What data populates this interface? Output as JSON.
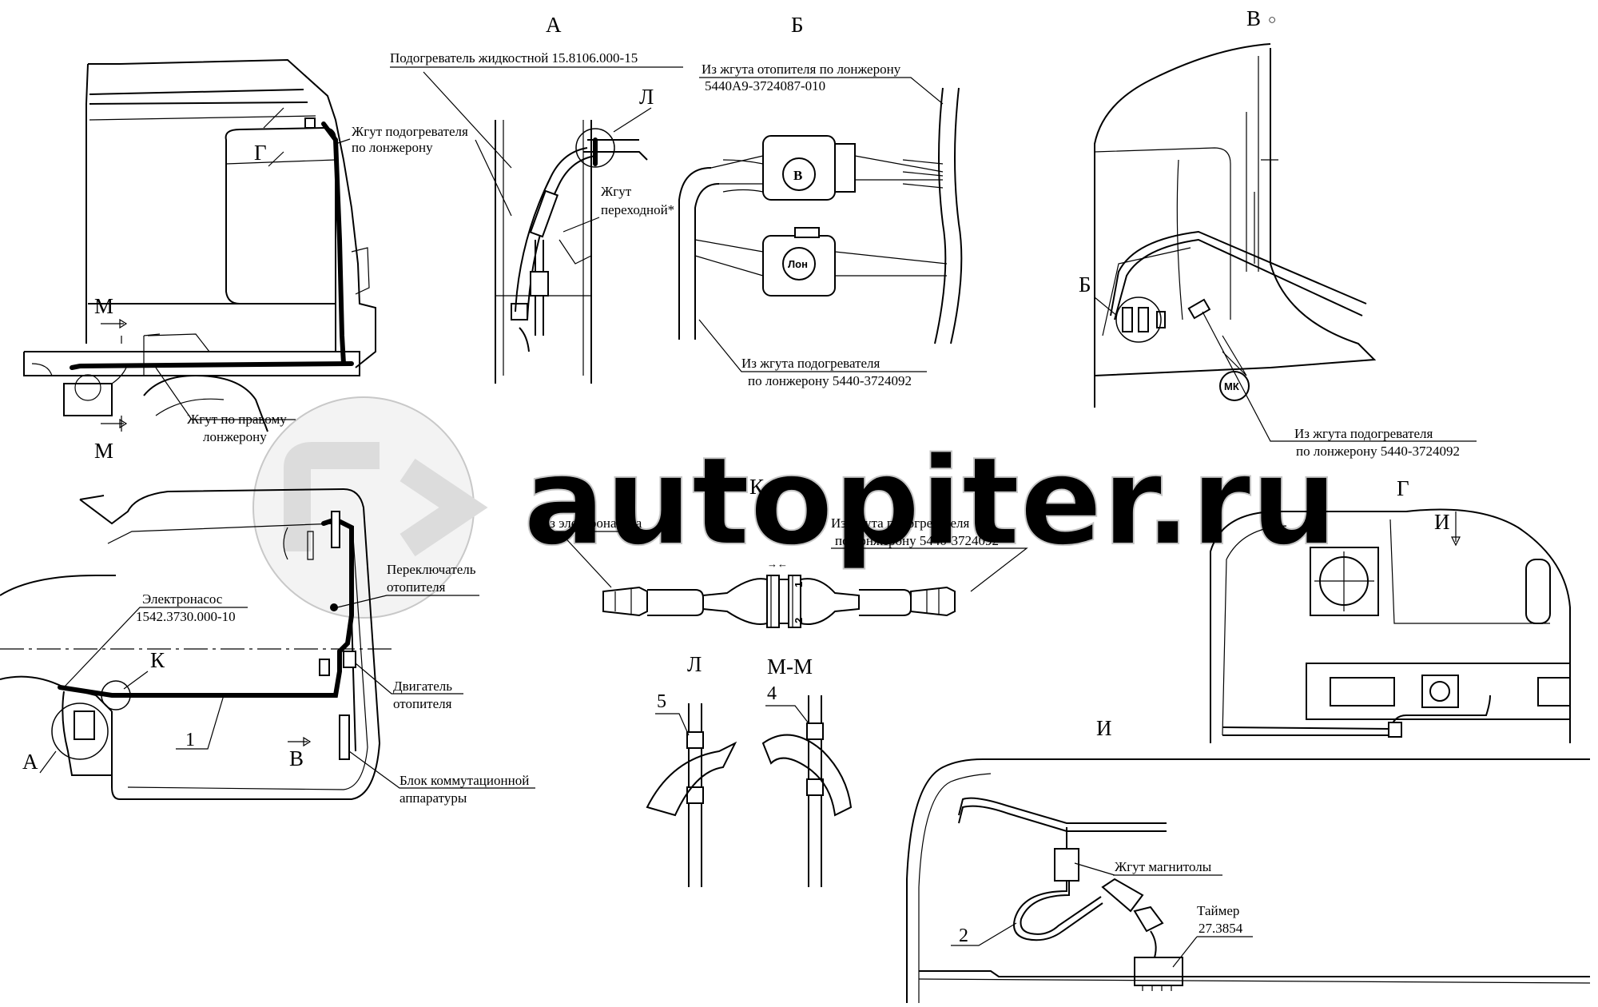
{
  "views": {
    "A": "А",
    "B": "Б",
    "V": "В",
    "G": "Г",
    "K": "К",
    "L": "Л",
    "MM": "М-М",
    "I": "И",
    "M": "М"
  },
  "view_v_marker": "○",
  "callouts": {
    "podogrevatel": "Подогреватель жидкостной 15.8106.000-15",
    "zhgut_podogrevatelya_1": "Жгут подогревателя",
    "zhgut_podogrevatelya_2": "по лонжерону",
    "zhgut_perehodnoy_1": "Жгут",
    "zhgut_perehodnoy_2": "переходной*",
    "iz_zhguta_otopitelya_1": "Из жгута отопителя по лонжерону",
    "iz_zhguta_otopitelya_2": "5440А9-3724087-010",
    "iz_zhguta_podogrevatelya_b_1": "Из жгута подогревателя",
    "iz_zhguta_podogrevatelya_b_2": "по лонжерону 5440-3724092",
    "iz_zhguta_podogrevatelya_v_1": "Из жгута подогревателя",
    "iz_zhguta_podogrevatelya_v_2": "по лонжерону 5440-3724092",
    "zhgut_po_pravomu_1": "Жгут по правому",
    "zhgut_po_pravomu_2": "лонжерону",
    "iz_elektronasosa": "Из электронасоса",
    "iz_zhguta_podogrevatelya_k_1": "Из жгута подогревателя",
    "iz_zhguta_podogrevatelya_k_2": "по лонжерону 5440-3724092",
    "elektronasos_1": "Электронасос",
    "elektronasos_2": "1542.3730.000-10",
    "pereklyuchatel_1": "Переключатель",
    "pereklyuchatel_2": "отопителя",
    "dvigatel_1": "Двигатель",
    "dvigatel_2": "отопителя",
    "blok_1": "Блок коммутационной",
    "blok_2": "аппаратуры",
    "zhgut_magnitoly": "Жгут магнитолы",
    "taymer_1": "Таймер",
    "taymer_2": "27.3854"
  },
  "connector_labels": {
    "v": "В",
    "lon": "Лон",
    "mk": "МК",
    "pin_2": "2",
    "pin_1": "1",
    "arrows": "→←"
  },
  "numbers": {
    "n1": "1",
    "n2": "2",
    "n4": "4",
    "n5": "5"
  },
  "watermark": "autopiter.ru"
}
